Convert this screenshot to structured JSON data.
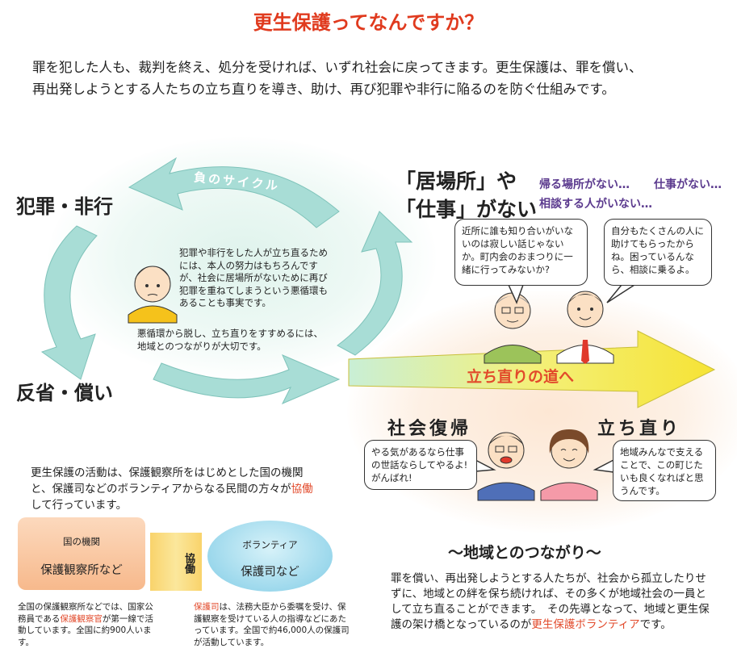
{
  "title": "更生保護ってなんですか？",
  "intro": "罪を犯した人も、裁判を終え、処分を受ければ、いずれ社会に戻ってきます。更生保護は、罪を償い、再出発しようとする人たちの立ち直りを導き、助け、再び犯罪や非行に陥るのを防ぐ仕組みです。",
  "cycle": {
    "name": "負のサイクル",
    "crime": "犯罪・非行",
    "reflect": "反省・償い",
    "text1": "犯罪や非行をした人が立ち直るためには、本人の努力はもちろんですが、社会に居場所がないために再び犯罪を重ねてしまうという悪循環もあることも事実です。",
    "text2": "悪循環から脱し、立ち直りをすすめるには、地域とのつながりが大切です。"
  },
  "problem": {
    "line1": "「居場所」や",
    "line2": "「仕事」がない",
    "notes": [
      "帰る場所がない…",
      "仕事がない…",
      "相談する人がいない…"
    ]
  },
  "bubbles": {
    "b1": "近所に誰も知り合いがいないのは寂しい話じゃないか。町内会のおまつりに一緒に行ってみないか?",
    "b2": "自分もたくさんの人に助けてもらったからね。困っているんなら、相談に乗るよ。",
    "b3": "やる気があるなら仕事の世話ならしてやるよ! がんばれ!",
    "b4": "地域みんなで支えることで、この町じたいも良くなればと思うんです。"
  },
  "path": {
    "arrow": "立ち直りの道へ",
    "return": "社会復帰",
    "restore": "立ち直り"
  },
  "activity": {
    "before": "更生保護の活動は、保護観察所をはじめとした国の機関と、保護司などのボランティアからなる民間の方々が",
    "highlight": "協働",
    "after": "して行っています。"
  },
  "govt": {
    "small": "国の機関",
    "big": "保護観察所など",
    "desc_a": "全国の保護観察所などでは、国家公務員である",
    "desc_hl": "保護観察官",
    "desc_b": "が第一線で活動しています。全国に約900人います。"
  },
  "coop": "協働",
  "volunteer": {
    "small": "ボランティア",
    "big": "保護司など",
    "desc_hl": "保護司",
    "desc_b": "は、法務大臣から委嘱を受け、保護観察を受けている人の指導などにあたっています。全国で約46,000人の保護司が活動しています。"
  },
  "connection": {
    "title": "～地域とのつながり～",
    "text_a": "罪を償い、再出発しようとする人たちが、社会から孤立したりせずに、地域との絆を保ち続ければ、その多くが地域社会の一員として立ち直ることができます。　その先導となって、地域と更生保護の架け橋となっているのが",
    "text_hl": "更生保護ボランティア",
    "text_b": "です。"
  },
  "colors": {
    "accent": "#e03a1e",
    "cycle": "#9fd6cf",
    "arrow": "#f6e64a",
    "purple": "#5b3a8e"
  }
}
